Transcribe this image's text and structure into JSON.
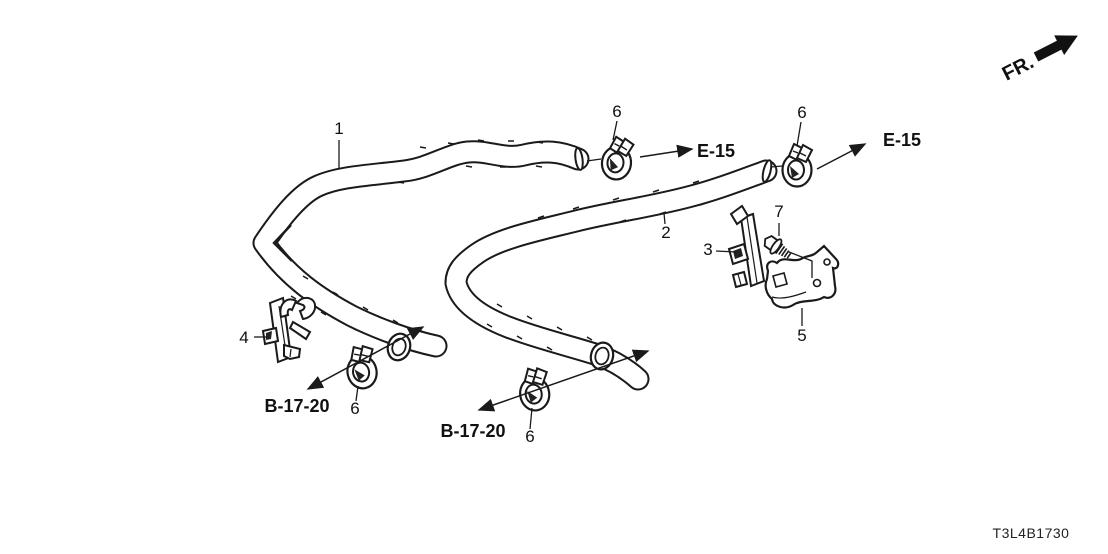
{
  "diagram": {
    "fr_label": "FR.",
    "drawing_number": "T3L4B1730",
    "part_labels": {
      "part1": "1",
      "part2": "2",
      "part3": "3",
      "part4": "4",
      "part5": "5",
      "part6": "6",
      "part7": "7"
    },
    "references": {
      "e15": "E-15",
      "b17_20": "B-17-20"
    },
    "colors": {
      "line": "#1a1a1a",
      "background": "#ffffff"
    }
  }
}
